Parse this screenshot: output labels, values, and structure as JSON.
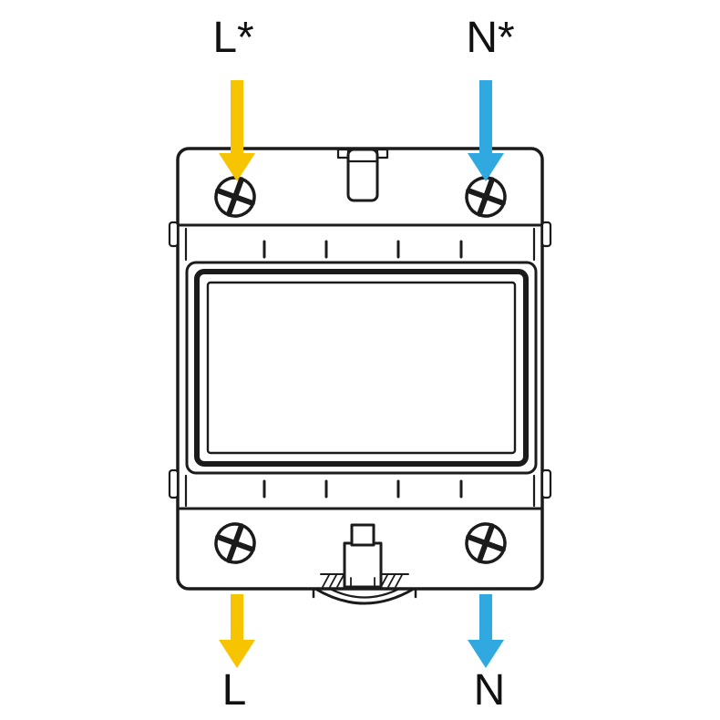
{
  "diagram": {
    "labels": {
      "input_line": "L*",
      "input_neutral": "N*",
      "output_line": "L",
      "output_neutral": "N"
    },
    "colors": {
      "line": "#f6c400",
      "neutral": "#2fa9e0",
      "outline": "#1b1b1b",
      "background": "#ffffff"
    }
  }
}
